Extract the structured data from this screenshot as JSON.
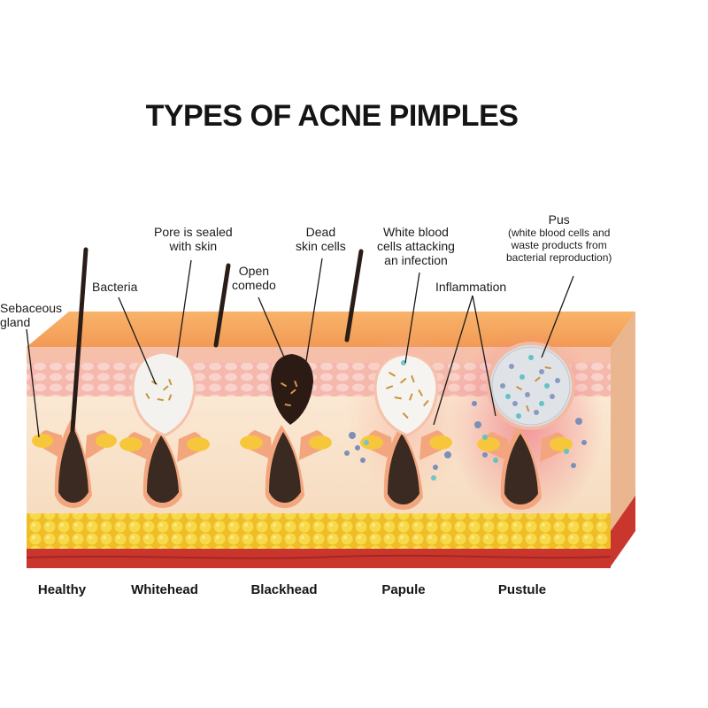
{
  "title": "TYPES OF ACNE PIMPLES",
  "labels": {
    "sebaceous_gland": [
      "Sebaceous",
      "gland"
    ],
    "bacteria": "Bacteria",
    "pore_sealed": [
      "Pore is sealed",
      "with skin"
    ],
    "open_comedo": [
      "Open",
      "comedo"
    ],
    "dead_skin_cells": [
      "Dead",
      "skin cells"
    ],
    "white_blood_cells": [
      "White blood",
      "cells attacking",
      "an infection"
    ],
    "inflammation": "Inflammation",
    "pus": [
      "Pus",
      "(white blood cells and",
      "waste products from",
      "bacterial reproduction)"
    ]
  },
  "stages": [
    "Healthy",
    "Whitehead",
    "Blackhead",
    "Papule",
    "Pustule"
  ],
  "colors": {
    "epidermis_top": "#f5a35e",
    "skin_pink": "#f6c7bf",
    "dermis": "#fbe6cf",
    "fat": "#f2cd32",
    "muscle": "#c9362e",
    "follicle": "#3b2a22",
    "gland": "#f6c73a",
    "inflamed": "#f3a0a0"
  }
}
